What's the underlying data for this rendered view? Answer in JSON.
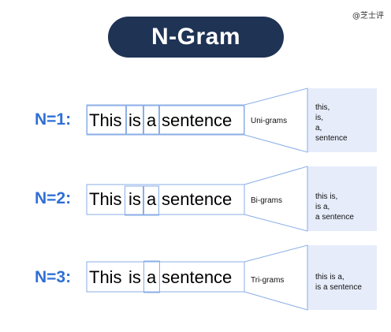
{
  "title": "N-Gram",
  "watermark": "@芝士评",
  "colors": {
    "title_bg": "#1f3355",
    "label": "#2f6fd6",
    "box_stroke": "#8aaee6",
    "output_bg": "#e6ecfa"
  },
  "rows": [
    {
      "label": "N=1:",
      "words": [
        "This",
        "is",
        "a",
        "sentence"
      ],
      "gram_label": "Uni-grams",
      "outputs": [
        "this,",
        "is,",
        "a,",
        "sentence"
      ]
    },
    {
      "label": "N=2:",
      "words": [
        "This",
        "is",
        "a",
        "sentence"
      ],
      "gram_label": "Bi-grams",
      "outputs": [
        "this is,",
        "is a,",
        "a sentence"
      ]
    },
    {
      "label": "N=3:",
      "words": [
        "This",
        "is",
        "a",
        "sentence"
      ],
      "gram_label": "Tri-grams",
      "outputs": [
        "this is a,",
        "is a sentence"
      ]
    }
  ]
}
